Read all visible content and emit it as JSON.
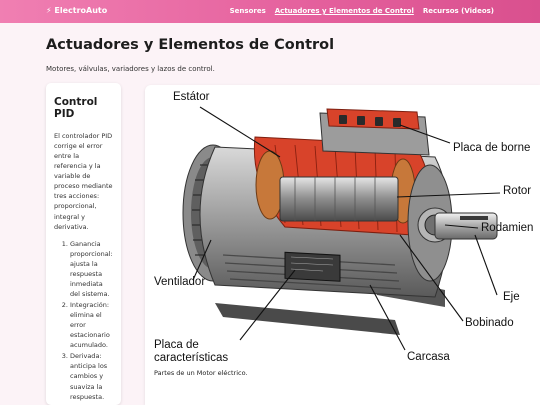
{
  "nav": {
    "brand": "⚡ ElectroAuto",
    "links": [
      "Sensores",
      "Actuadores y Elementos de Control",
      "Recursos (Videos)"
    ]
  },
  "header": {
    "title": "Actuadores y Elementos de Control",
    "subtitle": "Motores, válvulas, variadores y lazos de control."
  },
  "sidebar": {
    "title": "Control PID",
    "intro": "El controlador PID corrige el error entre la referencia y la variable de proceso mediante tres acciones: proporcional, integral y derivativa.",
    "items": [
      "Ganancia proporcional: ajusta la respuesta inmediata del sistema.",
      "Integración: elimina el error estacionario acumulado.",
      "Derivada: anticipa los cambios y suaviza la respuesta."
    ]
  },
  "figure": {
    "labels": {
      "estator": "Estátor",
      "placa_borne": "Placa de borne",
      "rotor": "Rotor",
      "rodamiento": "Rodamien",
      "ventilador": "Ventilador",
      "eje": "Eje",
      "bobinado": "Bobinado",
      "placa_car_1": "Placa de",
      "placa_car_2": "características",
      "carcasa": "Carcasa"
    },
    "caption": "Partes de un Motor eléctrico."
  },
  "colors": {
    "nav_start": "#f07fb2",
    "nav_end": "#d9508e",
    "background": "#fcf3f7",
    "motor_red": "#d8432a"
  }
}
